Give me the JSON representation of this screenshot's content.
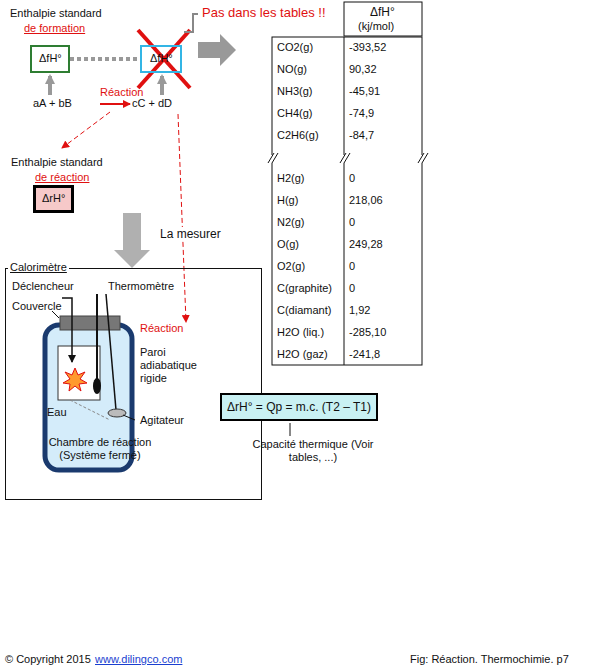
{
  "diagram": {
    "nodes": [
      {
        "text": [
          "Enthalpie standard",
          "de formation",
          "ΔfH°"
        ]
      },
      {
        "text": [
          "ΔfH°"
        ]
      },
      {
        "text": [
          "Enthalpie standard",
          "de réaction",
          "ΔrH°"
        ]
      },
      {
        "text": [
          "Calorimètre"
        ]
      },
      {
        "text": [
          "ΔrH° = Qp = m.c. (T2 – T1)"
        ]
      }
    ],
    "edges": [
      {
        "from": 0,
        "to": 1,
        "arrow": "none"
      },
      {
        "from": 2,
        "to": 3,
        "label": "La mesurer",
        "arrow": "to"
      }
    ],
    "labels": [
      "Pas dans les tables !!",
      "aA + bB",
      "Réaction",
      "cC + dD",
      "ΔfH°",
      "(kj/mol)",
      "CO2(g)",
      "-393,52",
      "NO(g)",
      "90,32",
      "NH3(g)",
      "-45,91",
      "CH4(g)",
      "-74,9",
      "C2H6(g)",
      "-84,7",
      "H2(g)",
      "0",
      "H(g)",
      "218,06",
      "N2(g)",
      "0",
      "O(g)",
      "249,28",
      "O2(g)",
      "0",
      "C(graphite)",
      "0",
      "C(diamant)",
      "1,92",
      "H2O (liq.)",
      "-285,10",
      "H2O (gaz)",
      "-241,8",
      "Déclencheur",
      "Thermomètre",
      "Couvercle",
      "Réaction",
      "Paroi adiabatique rigide",
      "Eau",
      "Agitateur",
      "Chambre de réaction (Système fermé)",
      "Capacité thermique (Voir tables, ...)",
      "© Copyright 2015",
      "www.dilingco.com",
      "Fig: Réaction. Thermochimie. p7"
    ]
  }
}
